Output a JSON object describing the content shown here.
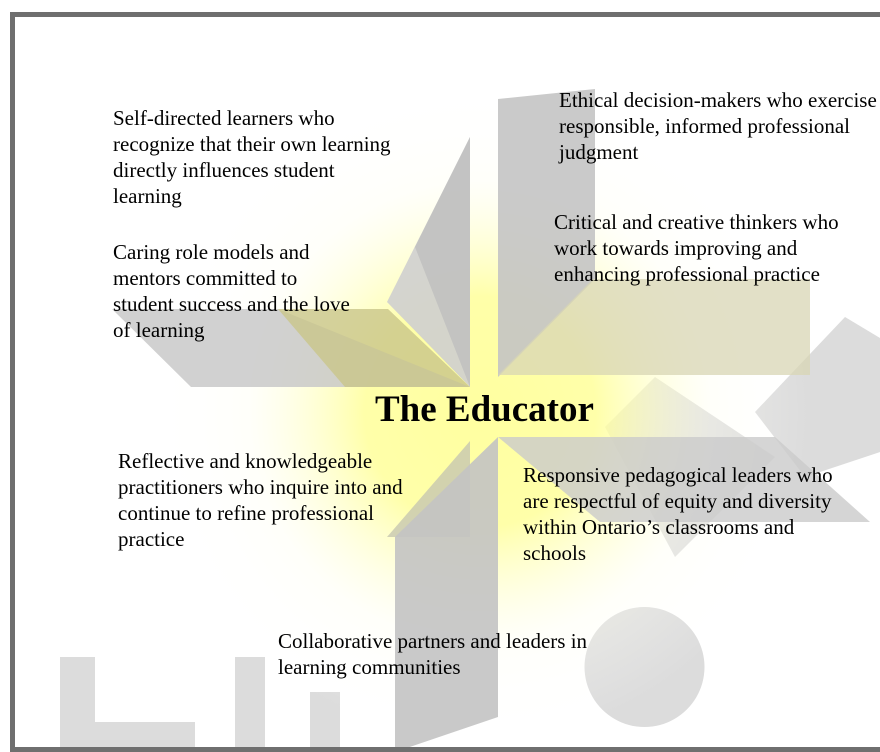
{
  "title": "The Educator",
  "descriptions": [
    "Self-directed learners who recognize that their own learning directly influences student learning",
    "Ethical decision-makers who exercise responsible, informed professional judgment",
    "Critical and creative thinkers who work towards improving and enhancing professional practice",
    "Caring role models and mentors committed to student success and the love of learning",
    "Reflective and knowledgeable practitioners who inquire into and continue to refine professional practice",
    "Responsive pedagogical leaders who are respectful of equity and diversity within Ontario’s classrooms and schools",
    "Collaborative partners and leaders in learning communities"
  ],
  "colors": {
    "frame": "#6f6f6f",
    "shape_grey": "#c3c3c3",
    "shape_olive": "#c8c46a",
    "glow_yellow": "#ffff80",
    "watermark": "#dcdcdc"
  }
}
